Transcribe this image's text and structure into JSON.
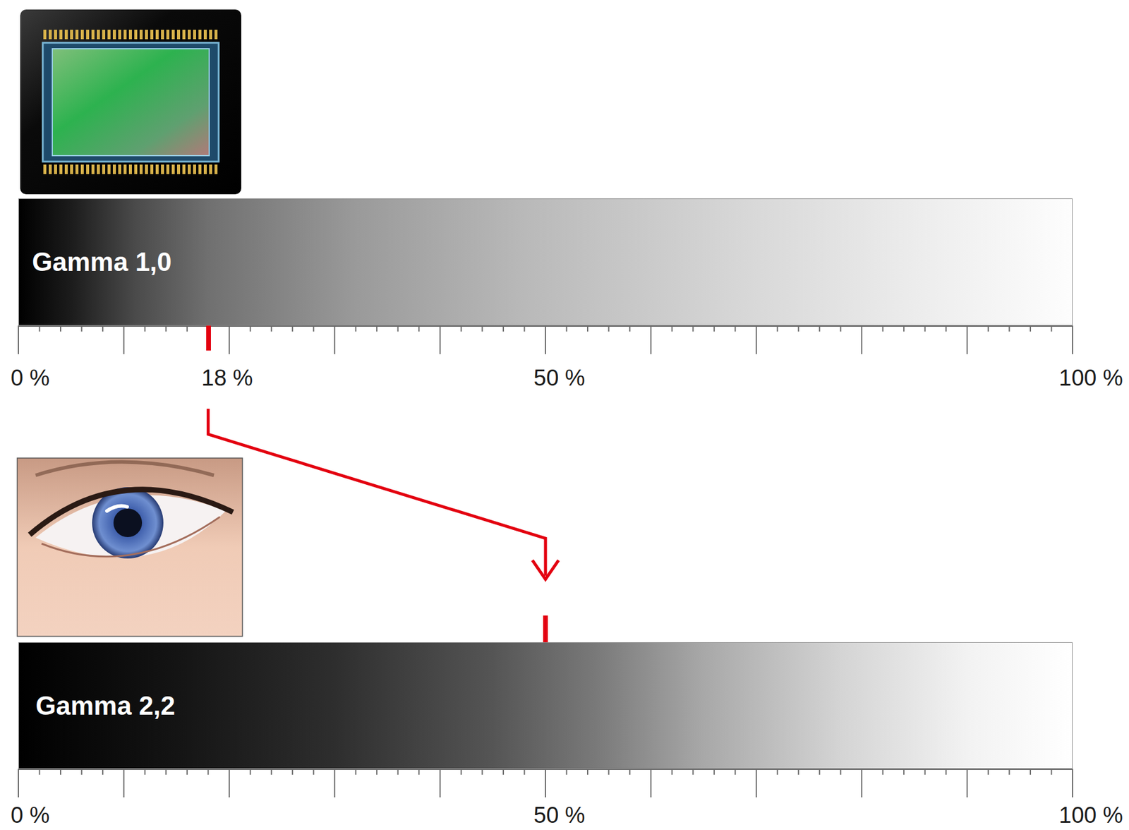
{
  "diagram": {
    "nodes": [
      {
        "text": [
          "Gamma 1,0"
        ]
      },
      {
        "text": [
          "Gamma 2,2"
        ]
      }
    ],
    "edges": [
      {
        "from": 0,
        "to": 1,
        "arrow": "to"
      }
    ],
    "labels": [
      "0 %",
      "18 %",
      "50 %",
      "100 %",
      "0 %",
      "50 %",
      "100 %"
    ]
  }
}
